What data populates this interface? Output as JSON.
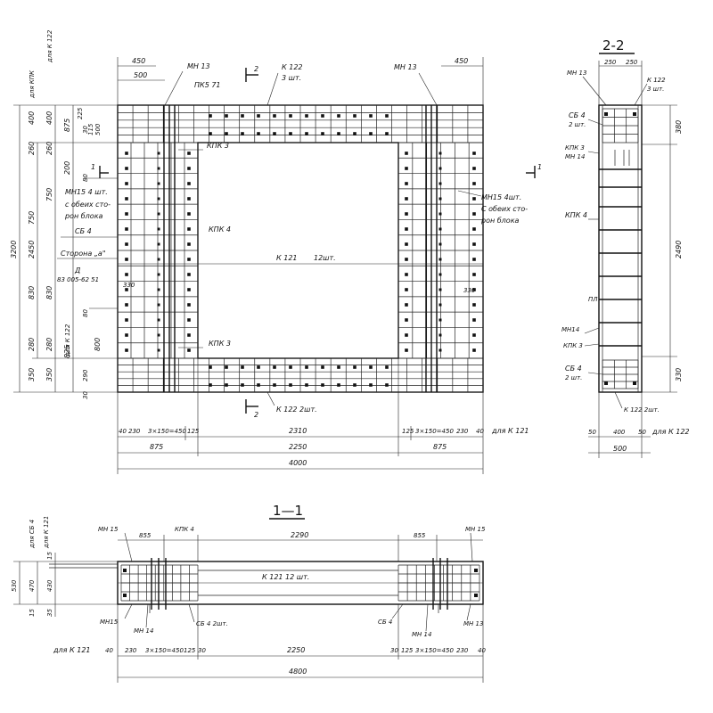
{
  "elevation": {
    "top_dims": [
      "450",
      "500",
      "450"
    ],
    "top_labels": [
      "МН 13",
      "ПК5 71",
      "К 122",
      "3 шт.",
      "МН 13"
    ],
    "section_marks": [
      "2",
      "2",
      "1",
      "1"
    ],
    "left_vertical_labels": [
      "для К 122",
      "для КПК",
      "для К 122"
    ],
    "left_dims_outer": [
      "3200",
      "2450"
    ],
    "left_dims": [
      "400",
      "400",
      "875",
      "30",
      "115",
      "225",
      "500",
      "260",
      "260",
      "200",
      "80",
      "750",
      "750",
      "830",
      "830",
      "280",
      "280",
      "825",
      "800",
      "350",
      "350",
      "290",
      "30",
      "80"
    ],
    "left_notes": [
      "МН15  4 шт.",
      "с обеих сто-",
      "рон блока",
      "СБ 4",
      "Сторона „а\"",
      "Д",
      "83 005-62 51",
      "330"
    ],
    "right_notes": [
      "МН15 4шт.",
      "С обеих сто-",
      "рон блока",
      "330"
    ],
    "inner_labels": [
      "КПК 3",
      "КПК 4",
      "К 121",
      "12шт.",
      "КПК 3"
    ],
    "bottom_label": "К 122  2шт.",
    "bottom_dims": [
      "40",
      "230",
      "3×150=450",
      "125",
      "2310",
      "125",
      "3×150=450",
      "230",
      "40",
      "для К 121"
    ],
    "bottom_dims2": [
      "875",
      "2250",
      "875"
    ],
    "bottom_total": "4000"
  },
  "section_2_2": {
    "title": "2-2",
    "labels": [
      "МН 13",
      "К 122",
      "3 шт.",
      "СБ 4",
      "2 шт.",
      "КПК 3",
      "МН 14",
      "КПК 4",
      "ПЛ",
      "МН14",
      "КПК 3",
      "СБ 4",
      "2 шт.",
      "К 122  2шт."
    ],
    "top_dims": [
      "250",
      "250"
    ],
    "right_dims": [
      "380",
      "2490",
      "330"
    ],
    "bottom_dims": [
      "50",
      "400",
      "50",
      "для К 122"
    ],
    "bottom_total": "500"
  },
  "section_1_1": {
    "title": "1—1",
    "left_vertical_labels": [
      "для СБ 4",
      "для К 121"
    ],
    "left_dims": [
      "15",
      "470",
      "430",
      "15",
      "35",
      "530"
    ],
    "top_labels": [
      "МН 15",
      "855",
      "КПК 4",
      "2290",
      "855",
      "МН 15"
    ],
    "center_label": "К 121     12 шт.",
    "bottom_labels": [
      "МН15",
      "МН 14",
      "СБ 4  2шт.",
      "СБ 4",
      "МН 14",
      "МН 13"
    ],
    "bottom_dims": [
      "для К 121",
      "40",
      "230",
      "3×150=450",
      "125",
      "30",
      "2250",
      "30",
      "125",
      "3×150=450",
      "230",
      "40"
    ],
    "bottom_total": "4800"
  }
}
